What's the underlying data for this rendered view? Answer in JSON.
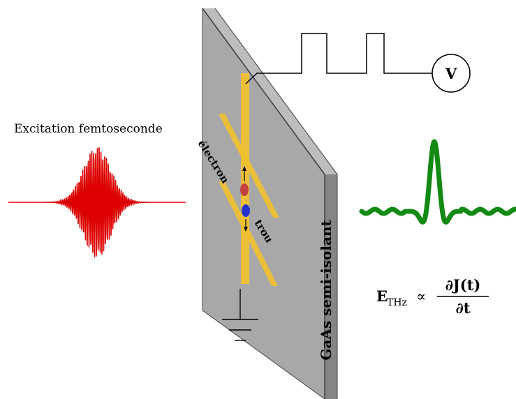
{
  "labels": {
    "excitation": "Excitation femtoseconde",
    "electron": "électron",
    "hole": "trou",
    "substrate": "GaAs semi-isolant",
    "voltmeter": "V"
  },
  "formula": {
    "lhs_symbol": "E",
    "lhs_subscript": "THz",
    "relation": "∝",
    "numerator": "∂J(t)",
    "denominator": "∂t"
  },
  "colors": {
    "pulse": "#dd0000",
    "thz_wave": "#138a13",
    "electrode": "#f2c12e",
    "plate_front": "#a8a8a8",
    "plate_side": "#858585",
    "plate_top": "#bdbdbd",
    "electron": "#c44040",
    "hole": "#2233cc"
  },
  "icons": {
    "ground": "ground-symbol-icon",
    "voltmeter": "voltmeter-icon",
    "square_wave": "square-wave-icon"
  }
}
